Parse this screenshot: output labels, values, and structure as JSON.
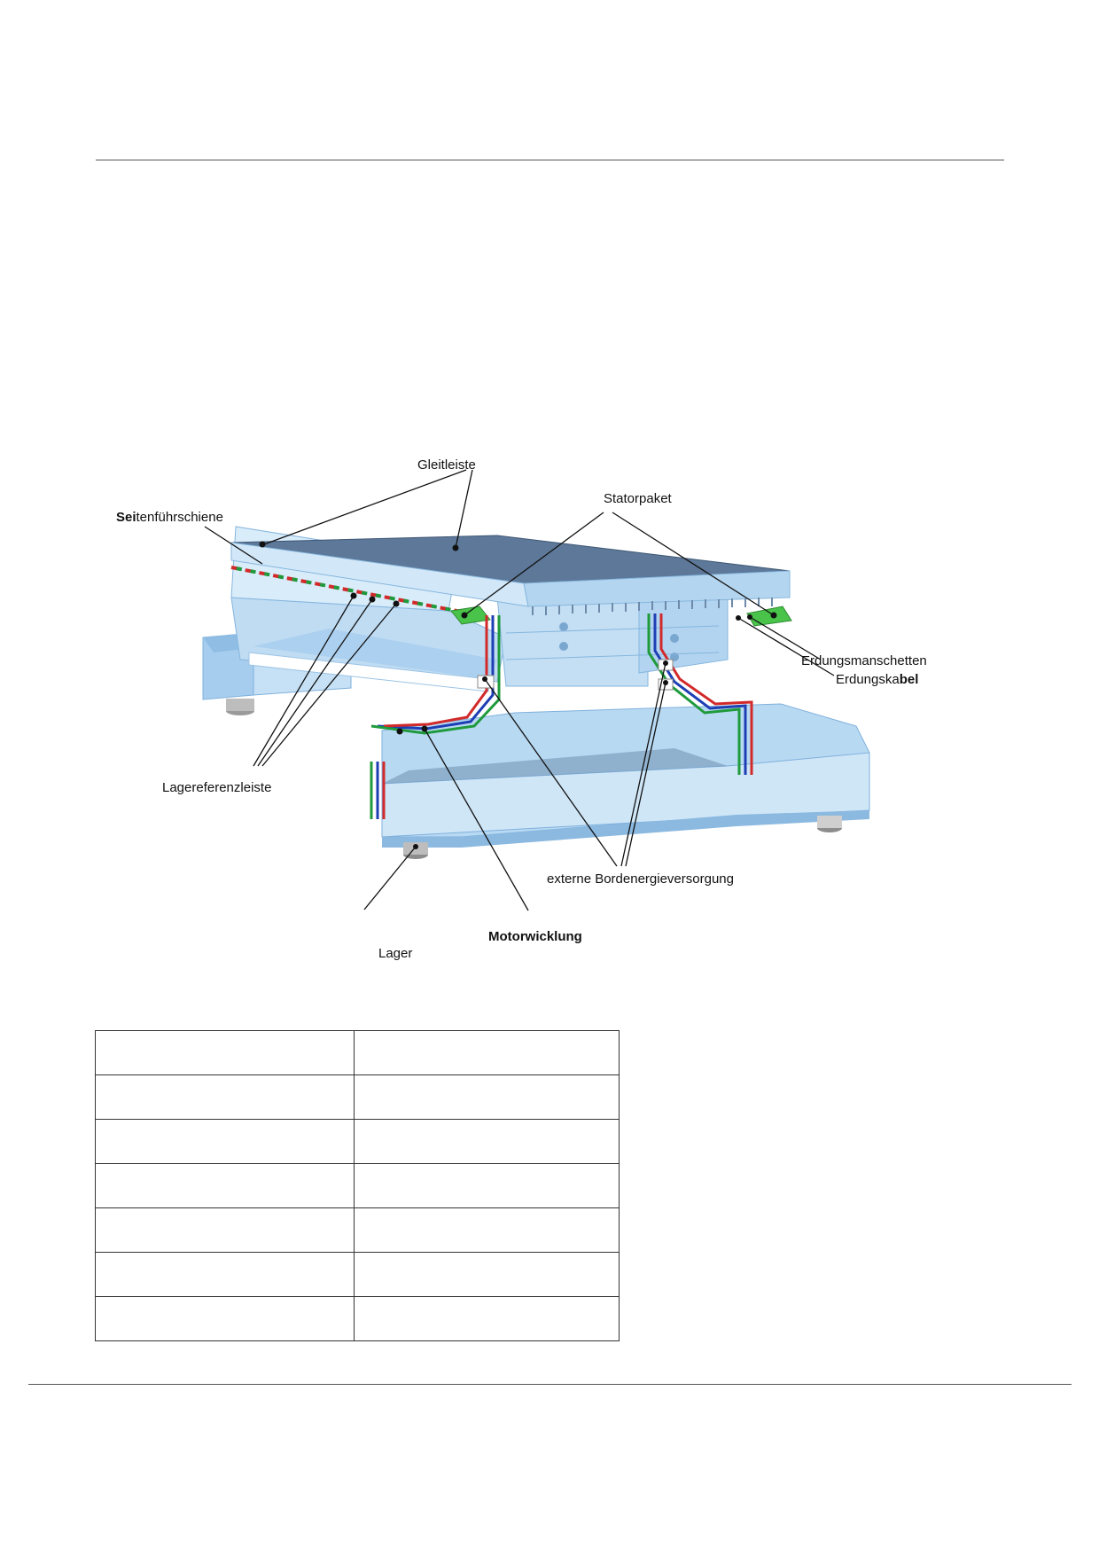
{
  "figure": {
    "labels": {
      "gleitleiste": "Gleitleiste",
      "seitenfuehrschiene_bold": "Sei",
      "seitenfuehrschiene_rest": "tenführschiene",
      "statorpaket": "Statorpaket",
      "erdungsmanschetten": "Erdungsmanschetten",
      "erdungskabel_a": "Erdungska",
      "erdungskabel_b": "bel",
      "lagereferenzleiste": "Lagereferenzleiste",
      "externe_bordenergieversorgung": "externe Bordenergieversorgung",
      "lager": "Lager",
      "motorwicklung": "Motorwicklung"
    },
    "colors": {
      "deck_top": "#5b7594",
      "body_light": "#c9e2f6",
      "body_mid": "#9cc8ea",
      "body_dark": "#6f9fc9",
      "cable_red": "#d22a2a",
      "cable_green": "#1f9a3c",
      "cable_blue": "#1e3fb4",
      "stator_green": "#49c34a"
    }
  },
  "table": {
    "rows": [
      [
        "",
        ""
      ],
      [
        "",
        ""
      ],
      [
        "",
        ""
      ],
      [
        "",
        ""
      ],
      [
        "",
        ""
      ],
      [
        "",
        ""
      ],
      [
        "",
        ""
      ]
    ]
  }
}
